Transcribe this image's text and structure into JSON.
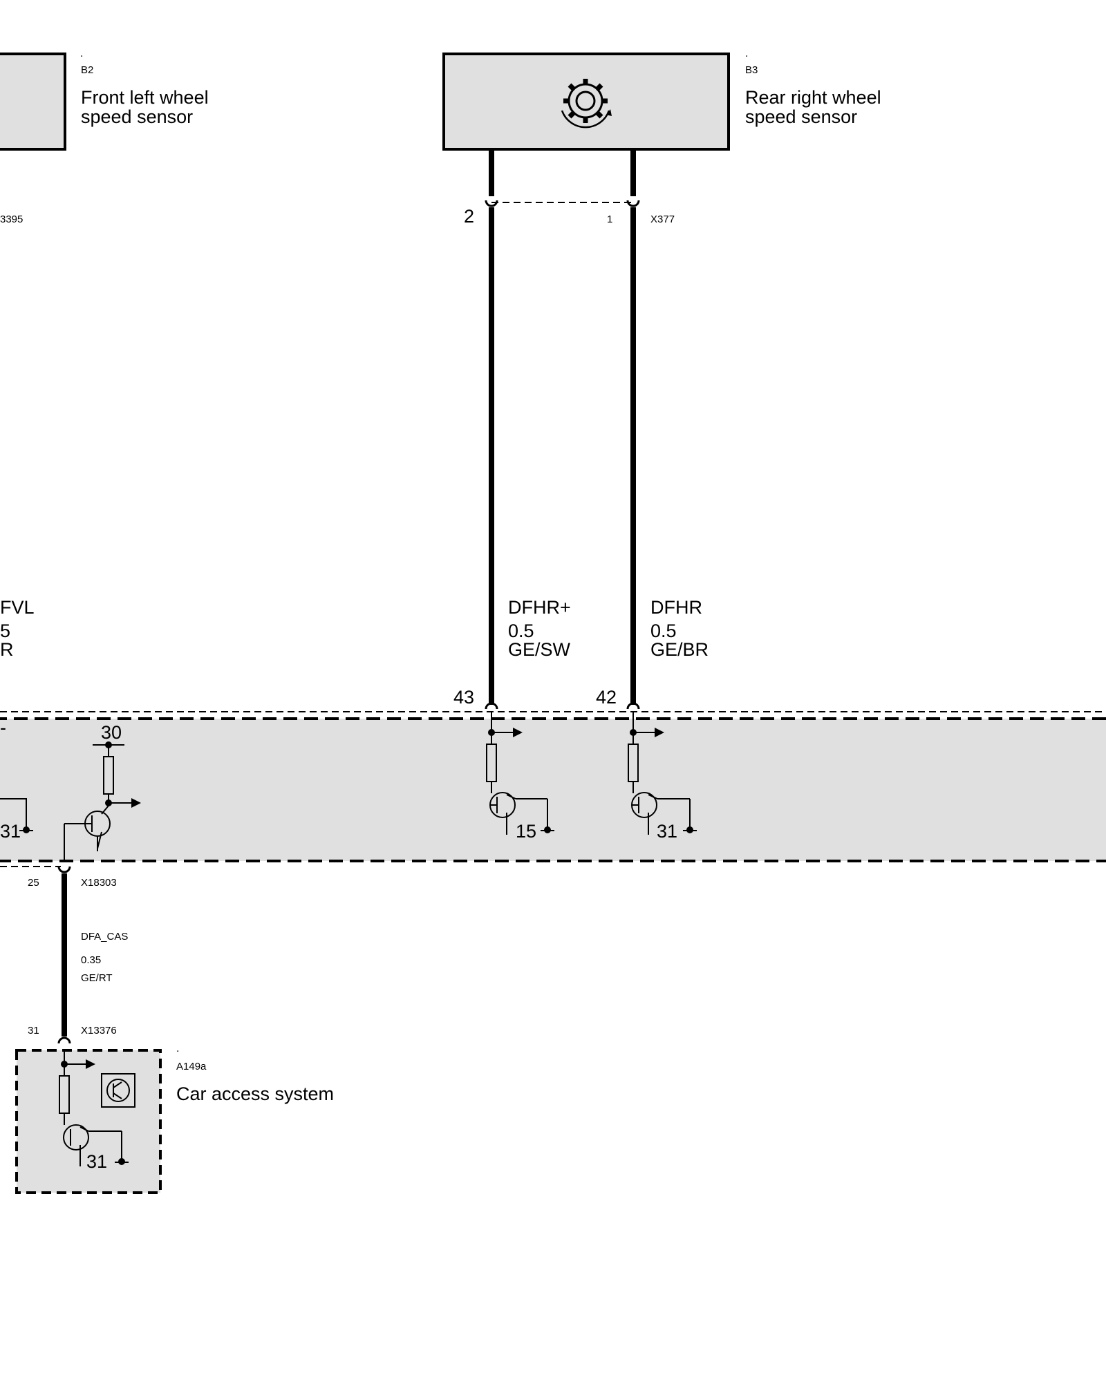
{
  "components": {
    "b2": {
      "dot": ".",
      "code": "B2",
      "line1": "Front left wheel",
      "line2": "speed sensor"
    },
    "b3": {
      "dot": ".",
      "code": "B3",
      "line1": "Rear right wheel",
      "line2": "speed sensor"
    },
    "a149a": {
      "dot": ".",
      "code": "A149a",
      "name": "Car access system"
    }
  },
  "connectors": {
    "x13395_fragment": "3395",
    "x377": "X377",
    "x18303": "X18303",
    "x13376": "X13376"
  },
  "pins": {
    "x377_pin2": "2",
    "x377_pin1": "1",
    "pin43": "43",
    "pin42": "42",
    "x18303_pin25": "25",
    "x13376_pin31": "31"
  },
  "wires": {
    "dfvl": {
      "signal": "FVL",
      "gauge": "5",
      "color": "R"
    },
    "dfhr_plus": {
      "signal": "DFHR+",
      "gauge": "0.5",
      "color": "GE/SW"
    },
    "dfhr": {
      "signal": "DFHR",
      "gauge": "0.5",
      "color": "GE/BR"
    },
    "dfa_cas": {
      "signal": "DFA_CAS",
      "gauge": "0.35",
      "color": "GE/RT"
    }
  },
  "terminals": {
    "t30": "30",
    "t31_left": "31",
    "t15": "15",
    "t31_mid": "31",
    "t31_cas": "31",
    "t_left_dash": "-"
  },
  "colors": {
    "fill": "#e0e0e0",
    "line": "#000000",
    "background": "#ffffff"
  }
}
